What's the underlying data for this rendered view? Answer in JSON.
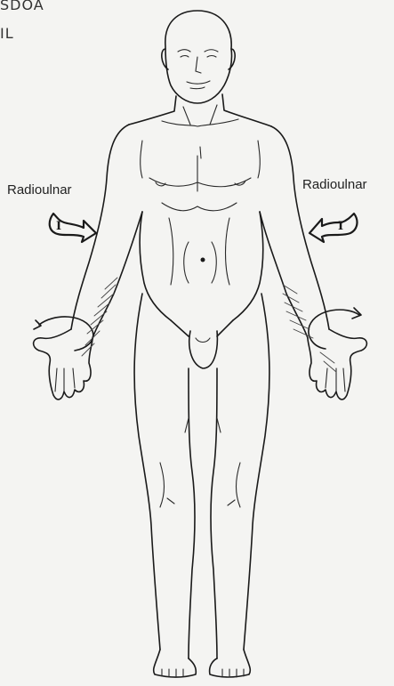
{
  "labels": {
    "left": "Radioulnar",
    "right": "Radioulnar",
    "left_arrow_numeral": "I",
    "right_arrow_numeral": "I",
    "corner_line_1": "SDOA",
    "corner_line_2": "IL"
  }
}
